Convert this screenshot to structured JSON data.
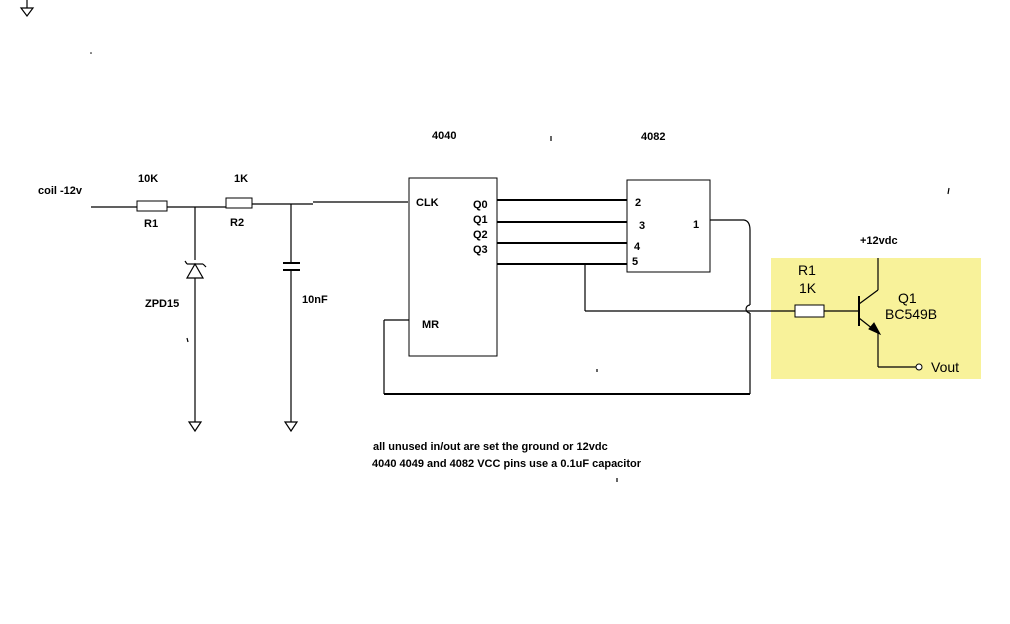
{
  "colors": {
    "line": "#000000",
    "highlight": "#f8f29a",
    "background": "#ffffff"
  },
  "input": {
    "label": "coil -12v"
  },
  "r1_input": {
    "value": "10K",
    "ref": "R1"
  },
  "r2": {
    "value": "1K",
    "ref": "R2"
  },
  "zener": {
    "ref": "ZPD15"
  },
  "capacitor": {
    "value": "10nF"
  },
  "counter_ic": {
    "name": "4040",
    "clk": "CLK",
    "mr": "MR",
    "outputs": [
      "Q0",
      "Q1",
      "Q2",
      "Q3"
    ]
  },
  "gate_ic": {
    "name": "4082",
    "inputs": [
      "2",
      "3",
      "4",
      "5"
    ],
    "output": "1"
  },
  "output_stage": {
    "supply": "+12vdc",
    "resistor_ref": "R1",
    "resistor_value": "1K",
    "transistor_ref": "Q1",
    "transistor_part": "BC549B",
    "vout": "Vout"
  },
  "notes": [
    "all unused in/out are set the ground or 12vdc",
    "4040 4049 and 4082 VCC pins use a  0.1uF capacitor"
  ]
}
